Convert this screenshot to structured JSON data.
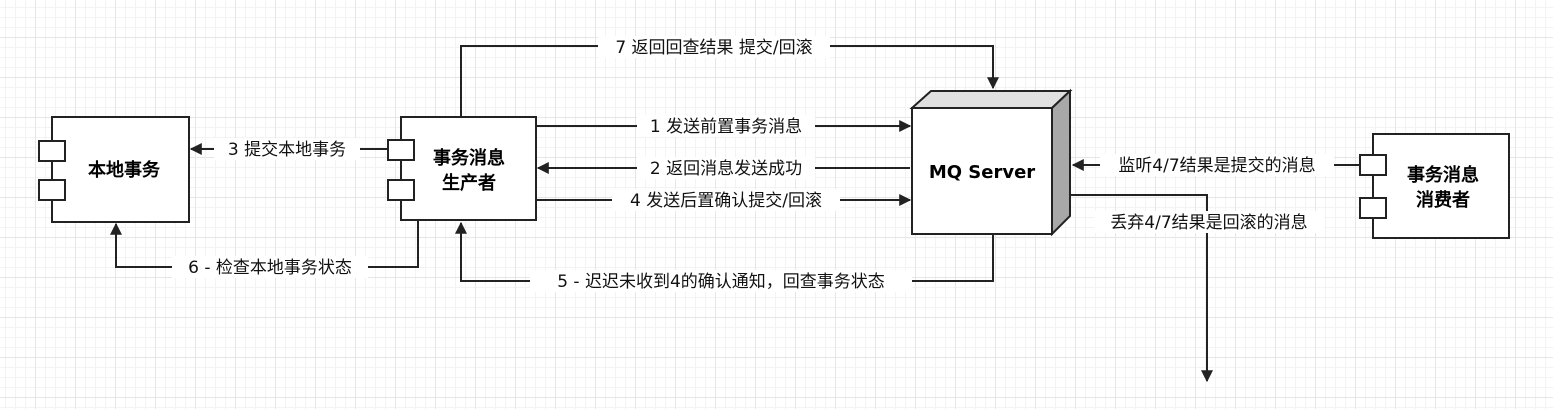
{
  "nodes": {
    "local_tx": "本地事务",
    "producer_line1": "事务消息",
    "producer_line2": "生产者",
    "mq_server": "MQ Server",
    "consumer_line1": "事务消息",
    "consumer_line2": "消费者"
  },
  "edges": {
    "e1": "1 发送前置事务消息",
    "e2": "2 返回消息发送成功",
    "e3": "3 提交本地事务",
    "e4": "4 发送后置确认提交/回滚",
    "e5": "5 - 迟迟未收到4的确认通知，回查事务状态",
    "e6": "6 - 检查本地事务状态",
    "e7": "7 返回回查结果 提交/回滚",
    "listen": "监听4/7结果是提交的消息",
    "discard": "丢弃4/7结果是回滚的消息"
  },
  "colors": {
    "line": "#222222",
    "box_fill": "#ffffff",
    "box_top": "#e0e0e0",
    "box_side": "#a8a8a8"
  }
}
